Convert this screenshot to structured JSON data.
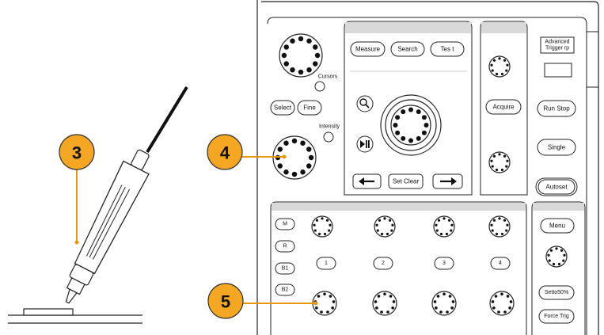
{
  "callouts": [
    "3",
    "4",
    "5"
  ],
  "labels": {
    "cursors": "Cursors",
    "intensity": "Intensity",
    "select": "Select",
    "fine": "Fine",
    "measure": "Measure",
    "search": "Search",
    "test": "Tes t",
    "set_clear": "Set Clear",
    "acquire": "Acquire",
    "advanced_trigger_line1": "Advanced",
    "advanced_trigger_line2": "Trigger rp",
    "run_stop": "Run Stop",
    "single": "Single",
    "autoset": "Autoset",
    "menu": "Menu",
    "set_to_50": "Setto50%",
    "force_trig": "Force Trig",
    "ch_m": "M",
    "ch_r": "R",
    "ch_b1": "B1",
    "ch_b2": "B2",
    "ch_1": "1",
    "ch_2": "2",
    "ch_3": "3",
    "ch_4": "4"
  },
  "colors": {
    "callout_fill": "#F5A623",
    "callout_line": "#E8960C",
    "panel_fill": "#F2F2F2",
    "header_strip": "#D9D9D9",
    "outline": "#222222"
  },
  "icons": {
    "zoom": "magnifier-icon",
    "play_pause": "play-pause-icon",
    "prev": "left-arrow-icon",
    "next": "right-arrow-icon"
  }
}
